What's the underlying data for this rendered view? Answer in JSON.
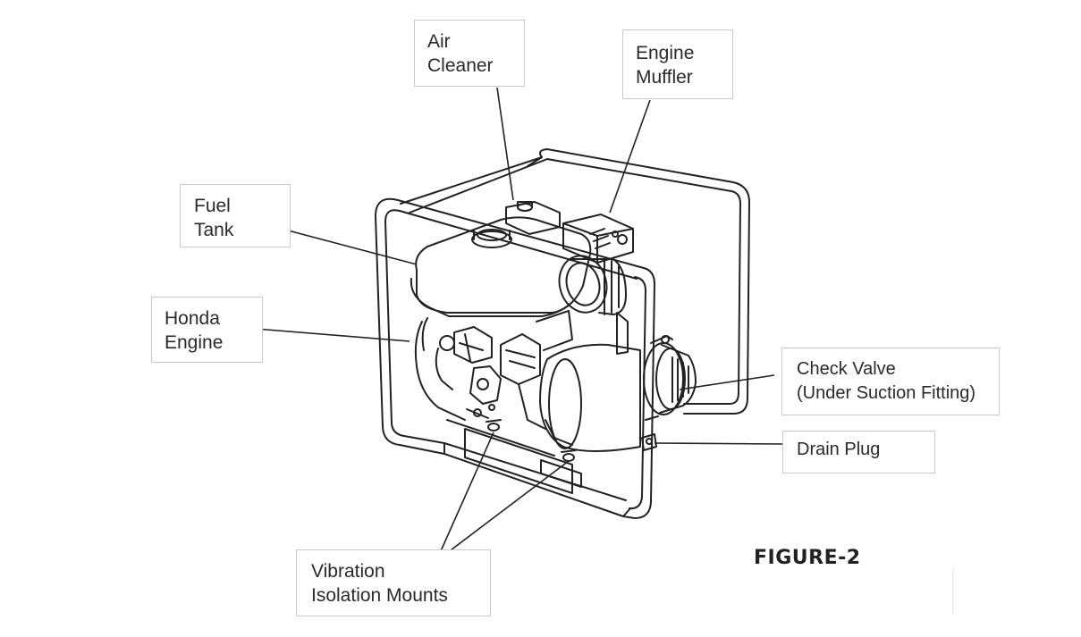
{
  "labels": {
    "air_cleaner": [
      "Air",
      "Cleaner"
    ],
    "engine_muffler": [
      "Engine",
      "Muffler"
    ],
    "fuel_tank": [
      "Fuel",
      "Tank"
    ],
    "honda_engine": [
      "Honda",
      "Engine"
    ],
    "check_valve": [
      "Check Valve",
      "(Under Suction Fitting)"
    ],
    "drain_plug": [
      "Drain Plug"
    ],
    "vibration_mounts": [
      "Vibration",
      "Isolation Mounts"
    ]
  },
  "figure_caption": "FIGURE-2",
  "colors": {
    "line": "#222222",
    "box_border": "#c9c9c9",
    "text": "#2a2a2a"
  }
}
